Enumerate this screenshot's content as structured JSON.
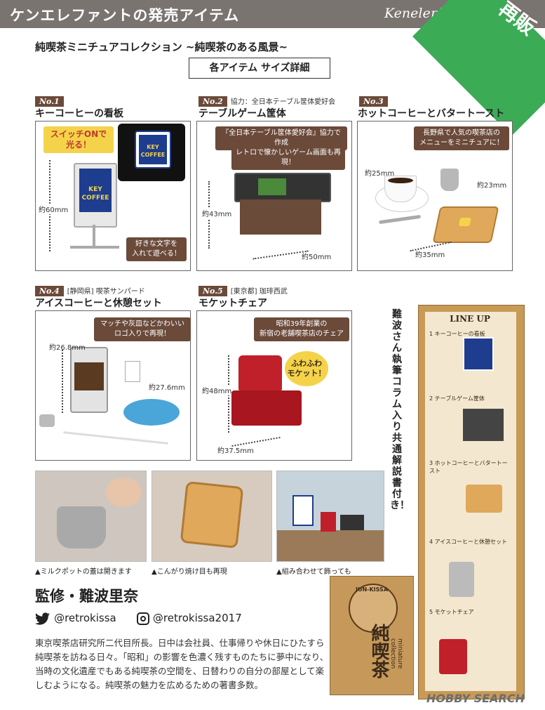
{
  "header": {
    "title": "ケンエレファントの発売アイテム",
    "brand": "Kenelephant",
    "badge": "再販"
  },
  "collection_title": "純喫茶ミニチュアコレクション ~純喫茶のある風景~",
  "size_heading": "各アイテム サイズ詳細",
  "items": [
    {
      "no": "No.1",
      "coop": "",
      "title": "キーコーヒーの看板",
      "bubble1": "スイッチONで\n光る！",
      "bubble2": "好きな文字を\n入れて遊べる！",
      "dims": [
        "約60mm"
      ]
    },
    {
      "no": "No.2",
      "coop": "協力：全日本テーブル筐体愛好会",
      "title": "テーブルゲーム筐体",
      "bubble1": "『全日本テーブル筐体愛好会』協力で作成",
      "bubble2": "レトロで懐かしいゲーム画面も再現！",
      "dims": [
        "約43mm",
        "約50mm"
      ]
    },
    {
      "no": "No.3",
      "coop": "",
      "title": "ホットコーヒーとバタートースト",
      "bubble1": "長野県で人気の喫茶店の\nメニューをミニチュアに！",
      "dims": [
        "約25mm",
        "約23mm",
        "約35mm"
      ]
    },
    {
      "no": "No.4",
      "coop": "[静岡県] 喫茶サンパード",
      "title": "アイスコーヒーと休憩セット",
      "bubble1": "マッチや灰皿などかわいい\nロゴ入りで再現！",
      "dims": [
        "約26.8mm",
        "約27.6mm"
      ]
    },
    {
      "no": "No.5",
      "coop": "[東京都] 珈琲西武",
      "title": "モケットチェア",
      "bubble1": "昭和39年創業の\n新宿の老舗喫茶店のチェア",
      "bubble2": "ふわふわ\nモケット！",
      "dims": [
        "約48mm",
        "約37.5mm"
      ]
    }
  ],
  "key_sign": {
    "line1": "KEY",
    "line2": "COFFEE"
  },
  "captions": [
    "▲ミルクポットの蓋は開きます",
    "▲こんがり焼け目も再現",
    "▲組み合わせて飾っても"
  ],
  "supervisor": "監修・難波里奈",
  "twitter": "@retrokissa",
  "instagram": "@retrokissa2017",
  "bio": "東京喫茶店研究所二代目所長。日中は会社員、仕事帰りや休日にひたすら純喫茶を訪ねる日々。「昭和」の影響を色濃く残すものたちに夢中になり、当時の文化遺産でもある純喫茶の空間を、日替わりの自分の部屋として楽しむようになる。純喫茶の魅力を広めるための著書多数。",
  "vertical_note": "難波さん執筆 コラム入り共通解説書付き！",
  "lineup": {
    "title": "LINE UP",
    "entries": [
      "1 キーコーヒーの看板",
      "2 テーブルゲーム筐体",
      "3 ホットコーヒーとバタートースト",
      "4 アイスコーヒーと休憩セット",
      "5 モケットチェア"
    ]
  },
  "book": {
    "top": "JUN-KISSA",
    "title": "純喫茶",
    "sub": "miniature collection"
  },
  "watermark": "HOBBY SEARCH",
  "colors": {
    "header": "#7a7470",
    "badge": "#3bab55",
    "brown": "#6b4a3a",
    "yellow": "#f4d34a",
    "chair": "#c0202a",
    "key_blue": "#1e3d8f"
  }
}
